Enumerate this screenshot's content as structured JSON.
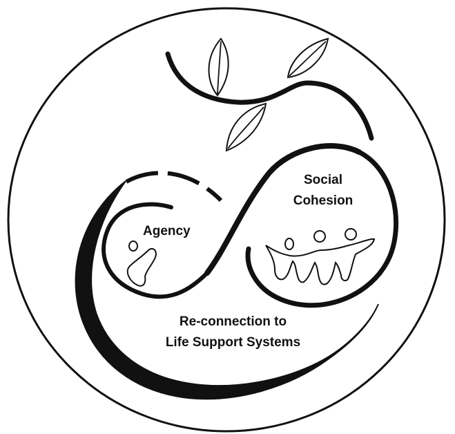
{
  "labels": {
    "agency": "Agency",
    "social_line1": "Social",
    "social_line2": "Cohesion",
    "life_line1": "Re-connection to",
    "life_line2": "Life Support  Systems"
  },
  "colors": {
    "ink": "#111111",
    "background": "#ffffff"
  }
}
